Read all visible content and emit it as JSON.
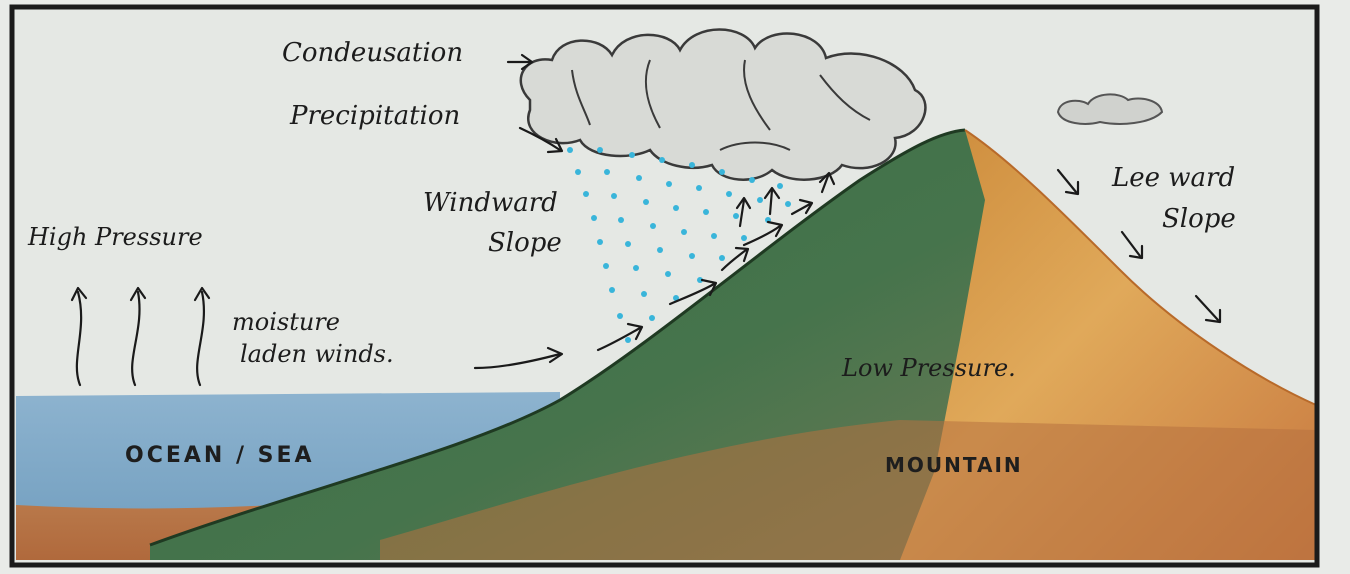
{
  "labels": {
    "condensation": "Condeusation",
    "precipitation": "Precipitation",
    "windward_line1": "Windward",
    "windward_line2": "Slope",
    "high_pressure": "High Pressure",
    "moisture_line1": "moisture",
    "moisture_line2": "laden winds.",
    "low_pressure": "Low Pressure.",
    "leeward_line1": "Lee ward",
    "leeward_line2": "Slope",
    "ocean": "OCEAN / SEA",
    "mountain": "MOUNTAIN"
  },
  "colors": {
    "sky": "#e7eae6",
    "ocean": "#7fa8c8",
    "windward_slope": "#3f6f46",
    "leeward_slope": "#d79a4a",
    "ground": "#b8744a",
    "rain": "#3bb3d6",
    "outline": "#222222"
  },
  "icons": {
    "cloud": "cloud-icon",
    "rain": "rain-drops",
    "arrow": "arrow-icon"
  }
}
